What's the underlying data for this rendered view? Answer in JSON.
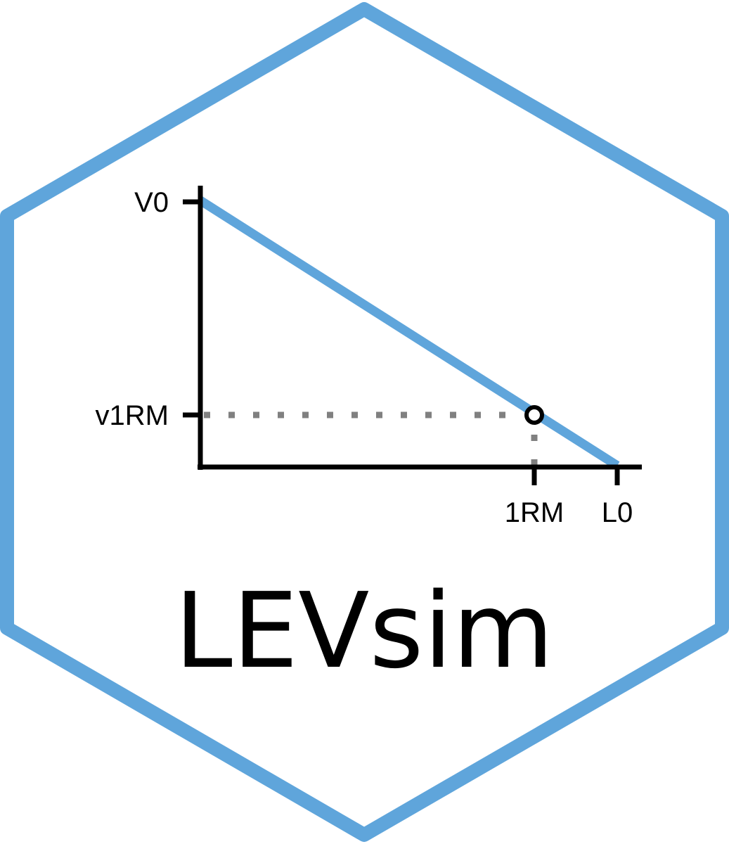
{
  "logo": {
    "title": "LEVsim",
    "hex_color": "#5fa5db",
    "line_color": "#5fa5db",
    "axis_color": "#000000",
    "guide_color": "#808080"
  },
  "chart_data": {
    "type": "line",
    "y_ticks": [
      "V0",
      "v1RM"
    ],
    "x_ticks": [
      "1RM",
      "L0"
    ],
    "marker_label": "1RM"
  }
}
